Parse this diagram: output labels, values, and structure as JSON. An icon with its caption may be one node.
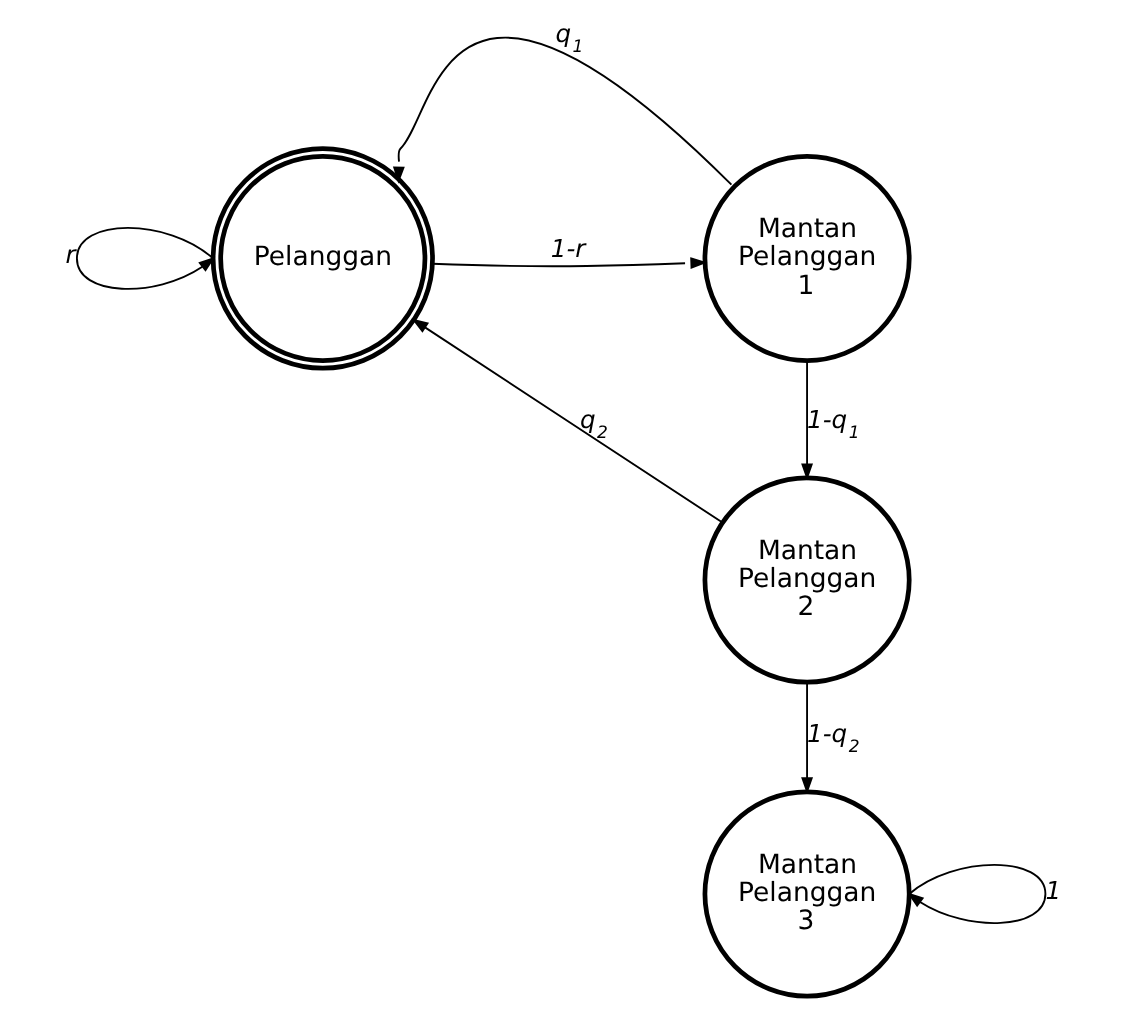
{
  "diagram": {
    "nodes": [
      {
        "text": [
          "Pelanggan"
        ]
      },
      {
        "text": [
          "Mantan Pelanggan 1"
        ]
      },
      {
        "text": [
          "Mantan Pelanggan 2"
        ]
      },
      {
        "text": [
          "Mantan Pelanggan 3"
        ]
      }
    ],
    "edges": [
      {
        "from": 0,
        "to": 0,
        "arrow": "to",
        "label": "r"
      },
      {
        "from": 1,
        "to": 0,
        "arrow": "to",
        "label": "q$_{1}$"
      },
      {
        "from": 0,
        "to": 1,
        "arrow": "to",
        "label": "1-r"
      },
      {
        "from": 1,
        "to": 2,
        "arrow": "to",
        "label": "1-q$_{1}$"
      },
      {
        "from": 2,
        "to": 0,
        "arrow": "to",
        "label": "q$_{2}$"
      },
      {
        "from": 2,
        "to": 3,
        "arrow": "to",
        "label": "1-q$_{2}$"
      },
      {
        "from": 3,
        "to": 3,
        "arrow": "to",
        "label": "1"
      }
    ]
  }
}
